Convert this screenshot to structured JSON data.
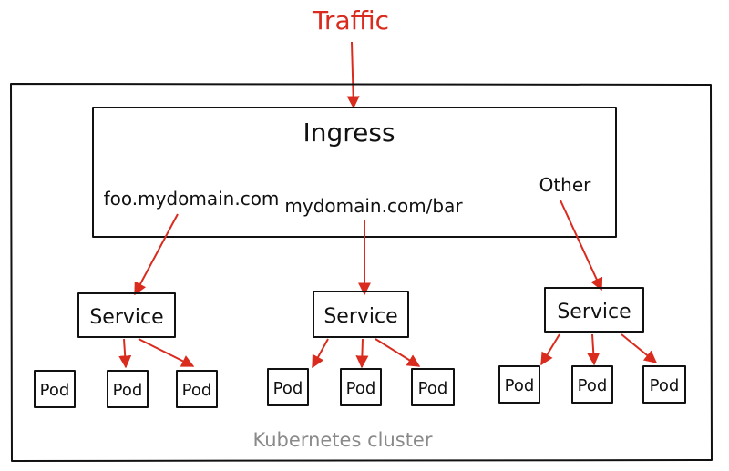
{
  "traffic_label": "Traffic",
  "ingress_label": "Ingress",
  "cluster_label": "Kubernetes cluster",
  "routes": [
    {
      "rule": "foo.mydomain.com"
    },
    {
      "rule": "mydomain.com/bar"
    },
    {
      "rule": "Other"
    }
  ],
  "service_label": "Service",
  "pod_label": "Pod",
  "colors": {
    "arrow": "#d92b1e",
    "outline": "#111111",
    "cluster_label": "#8a8a8a"
  }
}
